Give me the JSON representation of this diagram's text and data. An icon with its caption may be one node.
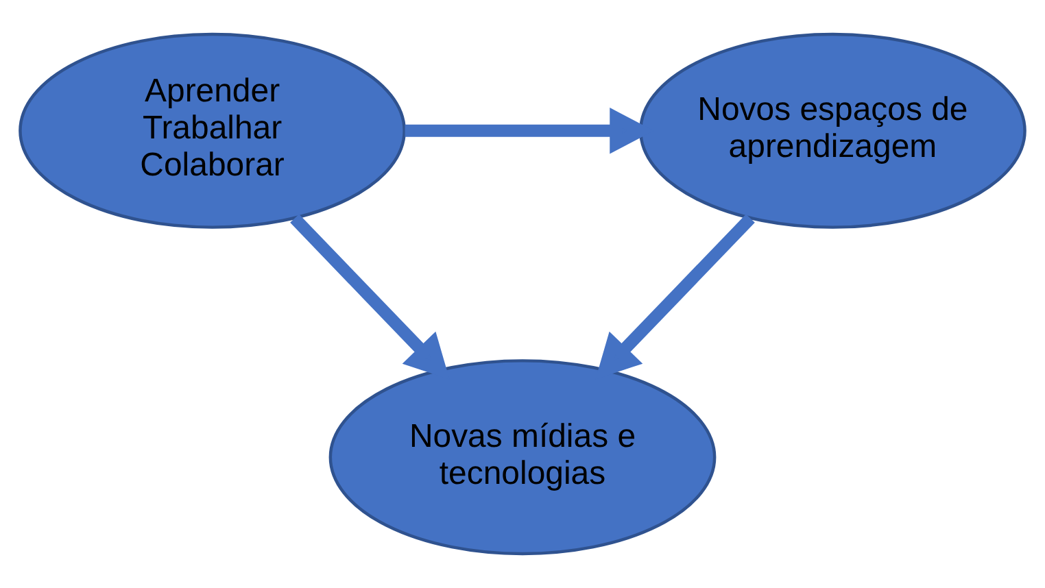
{
  "diagram": {
    "nodes": [
      {
        "text": [
          "Aprender Trabalhar Colaborar"
        ]
      },
      {
        "text": [
          "Novos espaços de aprendizagem"
        ]
      },
      {
        "text": [
          "Novas mídias e tecnologias"
        ]
      }
    ],
    "edges": [
      {
        "from": 0,
        "to": 1,
        "arrow": "to"
      },
      {
        "from": 1,
        "to": 2,
        "arrow": "to"
      },
      {
        "from": 0,
        "to": 2,
        "arrow": "to"
      }
    ]
  }
}
